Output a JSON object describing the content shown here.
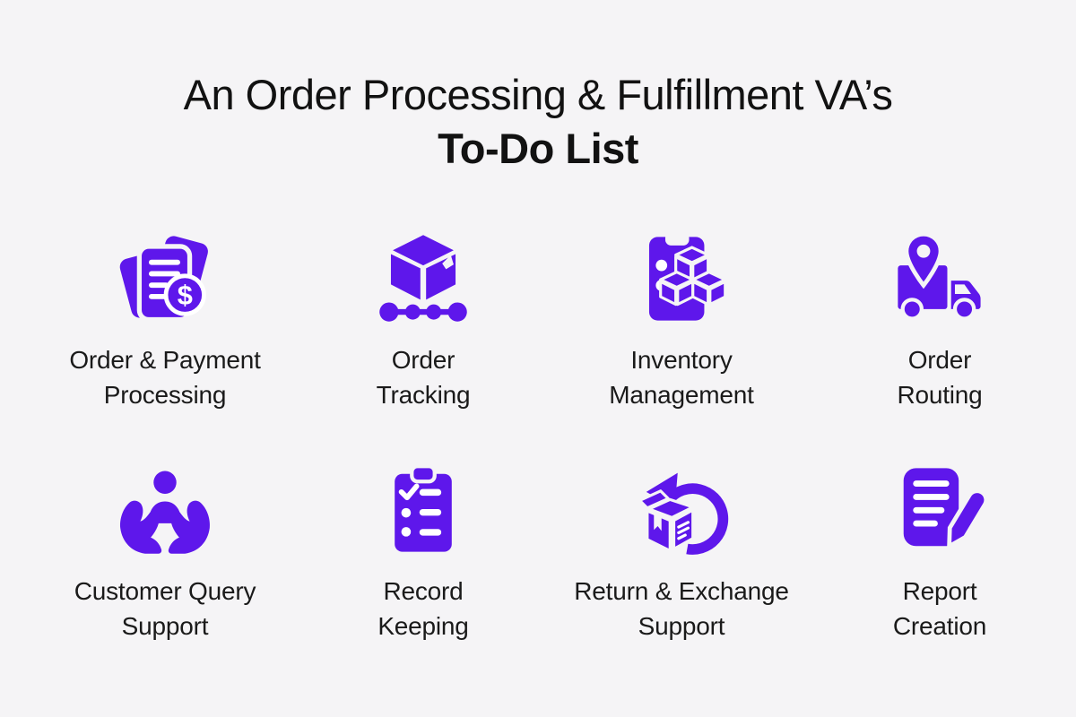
{
  "page": {
    "background_color": "#f5f4f6",
    "accent_color": "#5e17eb",
    "text_color": "#161616"
  },
  "title": {
    "line1": "An Order Processing & Fulfillment VA’s",
    "line2": "To-Do List"
  },
  "tasks": [
    {
      "icon": "payment-documents-icon",
      "line1": "Order & Payment",
      "line2": "Processing"
    },
    {
      "icon": "package-tracking-icon",
      "line1": "Order",
      "line2": "Tracking"
    },
    {
      "icon": "inventory-clipboard-icon",
      "line1": "Inventory",
      "line2": "Management"
    },
    {
      "icon": "delivery-truck-pin-icon",
      "line1": "Order",
      "line2": "Routing"
    },
    {
      "icon": "caring-hands-person-icon",
      "line1": "Customer Query",
      "line2": "Support"
    },
    {
      "icon": "checklist-clipboard-icon",
      "line1": "Record",
      "line2": "Keeping"
    },
    {
      "icon": "return-package-arrow-icon",
      "line1": "Return & Exchange",
      "line2": "Support"
    },
    {
      "icon": "report-pen-icon",
      "line1": "Report",
      "line2": "Creation"
    }
  ]
}
